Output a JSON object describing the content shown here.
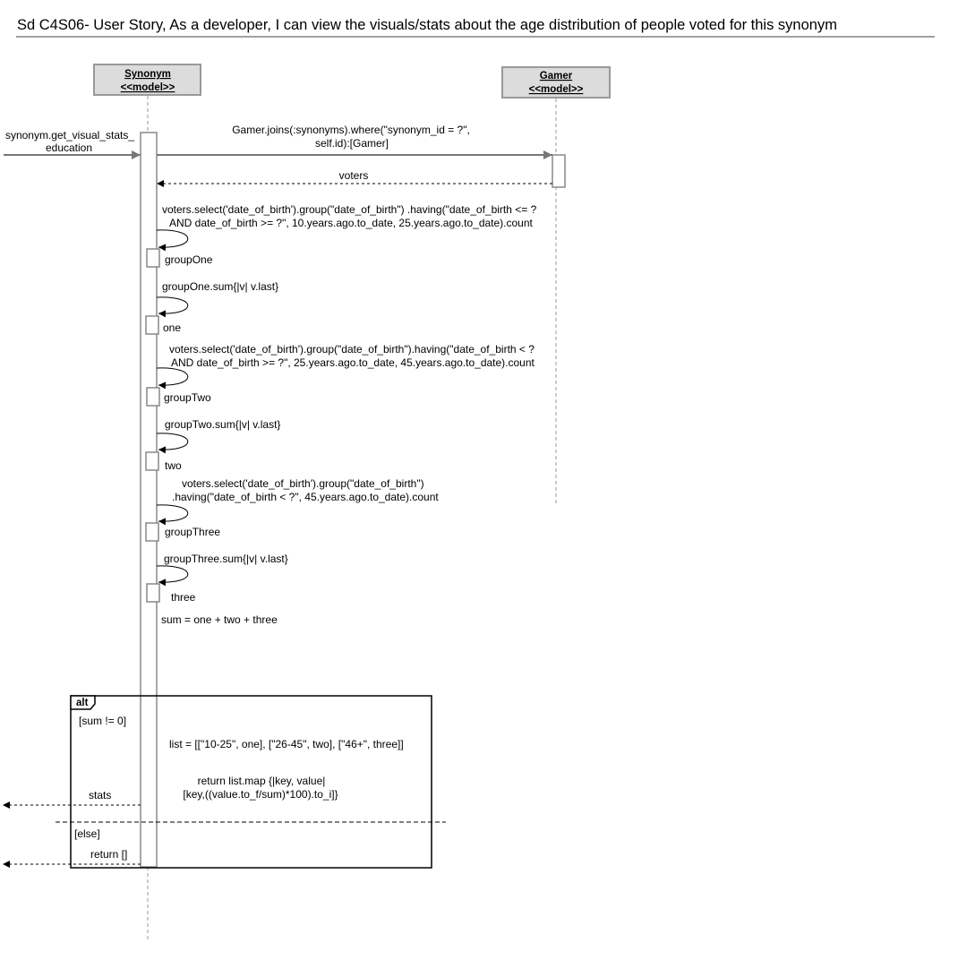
{
  "title": "Sd C4S06- User Story, As a developer, I can view the visuals/stats about the age distribution of people voted for this synonym",
  "lifelines": {
    "synonym": {
      "name": "Synonym",
      "stereotype": "<<model>>"
    },
    "gamer": {
      "name": "Gamer",
      "stereotype": "<<model>>"
    }
  },
  "messages": {
    "entry": [
      "synonym.get_visual_stats_",
      "education"
    ],
    "call_gamer": [
      "Gamer.joins(:synonyms).where(\"synonym_id = ?\",",
      "self.id):[Gamer]"
    ],
    "voters_return": "voters",
    "select_one": [
      "voters.select('date_of_birth').group(\"date_of_birth\") .having(\"date_of_birth <= ?",
      "AND date_of_birth >= ?\", 10.years.ago.to_date, 25.years.ago.to_date).count"
    ],
    "group_one": "groupOne",
    "sum_one": "groupOne.sum{|v| v.last}",
    "one": "one",
    "select_two": [
      "voters.select('date_of_birth').group(\"date_of_birth\").having(\"date_of_birth < ?",
      "AND date_of_birth >= ?\", 25.years.ago.to_date, 45.years.ago.to_date).count"
    ],
    "group_two": "groupTwo",
    "sum_two": "groupTwo.sum{|v| v.last}",
    "two": "two",
    "select_three": [
      "voters.select('date_of_birth').group(\"date_of_birth\")",
      ".having(\"date_of_birth < ?\", 45.years.ago.to_date).count"
    ],
    "group_three": "groupThree",
    "sum_three": "groupThree.sum{|v| v.last}",
    "three": "three",
    "sum_total": "sum = one + two + three"
  },
  "alt": {
    "label": "alt",
    "guard_if": "[sum != 0]",
    "list": "list = [[\"10-25\", one], [\"26-45\", two], [\"46+\", three]]",
    "return_map": [
      "return list.map {|key, value|",
      "[key,((value.to_f/sum)*100).to_i]}"
    ],
    "stats": "stats",
    "guard_else": "[else]",
    "return_empty": "return []"
  },
  "colors": {
    "lifeline_box_fill": "#dcdcdc",
    "lifeline_box_stroke": "#999999",
    "line_gray": "#888888",
    "dash_gray": "#999999",
    "arrow_gray": "#777777",
    "text": "#000000"
  }
}
